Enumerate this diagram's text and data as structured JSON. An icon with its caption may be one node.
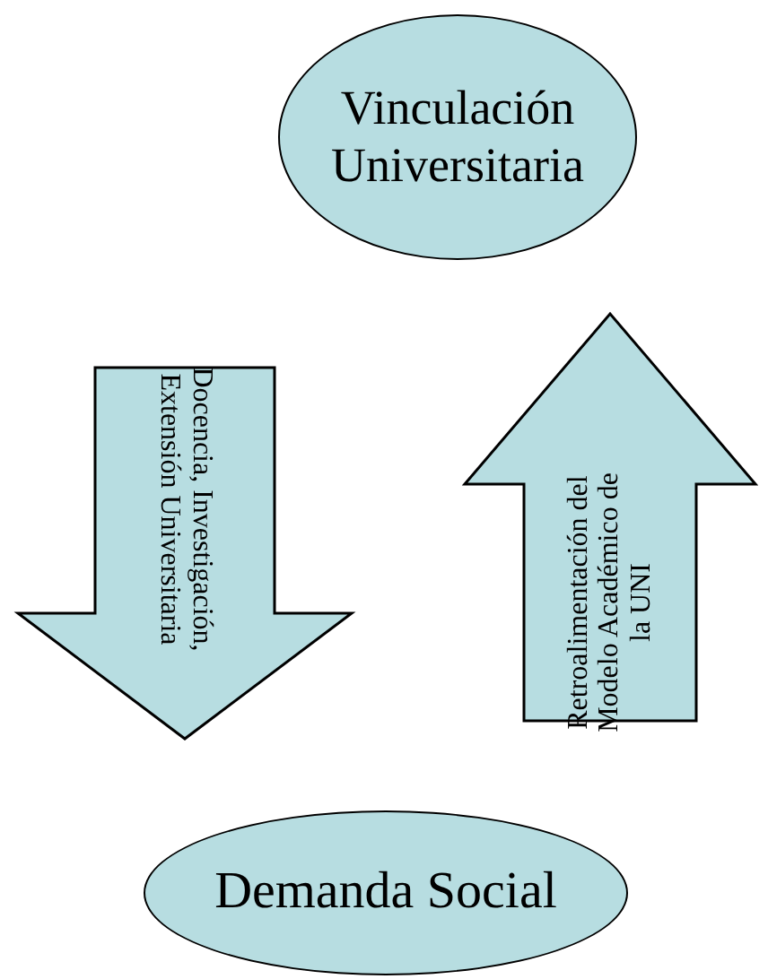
{
  "diagram": {
    "nodes": [
      {
        "text": [
          "Vinculación Universitaria"
        ]
      },
      {
        "text": [
          "Demanda Social"
        ]
      }
    ],
    "edges": [
      {
        "from": 0,
        "to": 1,
        "arrow": "to",
        "label": "Docencia, Investigación, Extensión Universitaria",
        "style": "thick"
      },
      {
        "from": 1,
        "to": 0,
        "arrow": "to",
        "label": "Retroalimentación del Modelo Académico de la UNI",
        "style": "thick"
      }
    ]
  }
}
